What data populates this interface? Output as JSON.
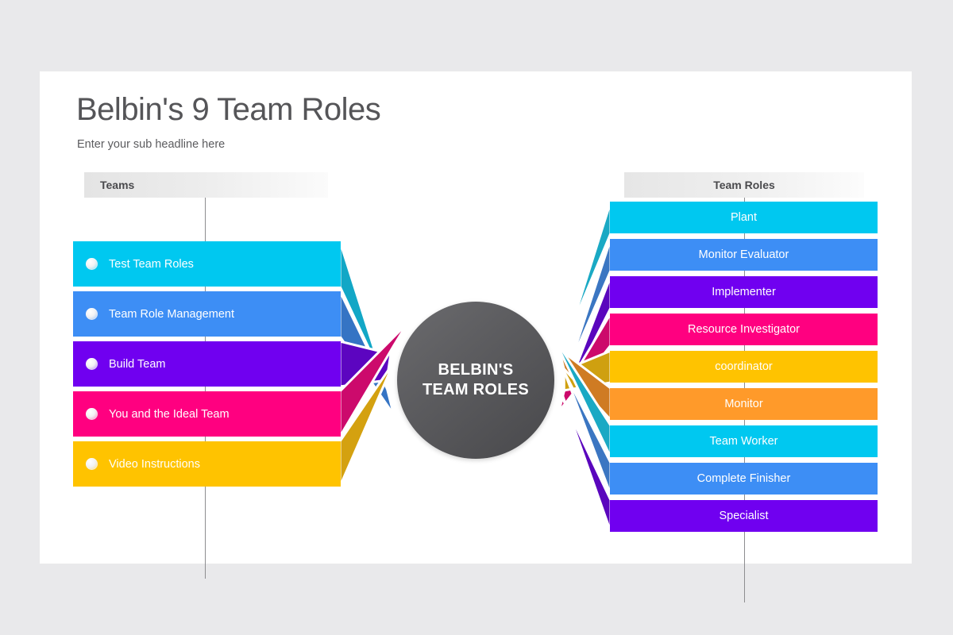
{
  "header": {
    "title": "Belbin's 9 Team Roles",
    "subtitle": "Enter your sub headline here"
  },
  "columns": {
    "left_header": "Teams",
    "right_header": "Team Roles"
  },
  "hub": {
    "label": "BELBIN'S TEAM ROLES"
  },
  "teams": [
    {
      "label": "Test Team Roles",
      "color": "#00c8f0",
      "shade": "#12a7c6"
    },
    {
      "label": "Team Role Management",
      "color": "#3d8ef5",
      "shade": "#3574c4"
    },
    {
      "label": "Build Team",
      "color": "#7000f0",
      "shade": "#5c05c0"
    },
    {
      "label": "You and the Ideal Team",
      "color": "#ff0080",
      "shade": "#cc0a6c"
    },
    {
      "label": "Video Instructions",
      "color": "#ffc300",
      "shade": "#d4a110"
    }
  ],
  "roles": [
    {
      "label": "Plant",
      "color": "#00c8f0",
      "shade": "#1aa9c4"
    },
    {
      "label": "Monitor Evaluator",
      "color": "#3d8ef5",
      "shade": "#3b76c2"
    },
    {
      "label": "Implementer",
      "color": "#7000f0",
      "shade": "#5a06bd"
    },
    {
      "label": "Resource Investigator",
      "color": "#ff0080",
      "shade": "#cc0a6b"
    },
    {
      "label": "coordinator",
      "color": "#ffc300",
      "shade": "#cfa010"
    },
    {
      "label": "Monitor",
      "color": "#ff9a2a",
      "shade": "#cf7b23"
    },
    {
      "label": "Team Worker",
      "color": "#00c8f0",
      "shade": "#1aa9c4"
    },
    {
      "label": "Complete Finisher",
      "color": "#3d8ef5",
      "shade": "#3b76c2"
    },
    {
      "label": "Specialist",
      "color": "#7000f0",
      "shade": "#5a06bd"
    }
  ],
  "theme": {
    "page_background": "#e9e9eb",
    "card_background": "#ffffff",
    "title_color": "#555558",
    "hub_gradient_from": "#6b6b6e",
    "hub_gradient_to": "#48484b"
  }
}
